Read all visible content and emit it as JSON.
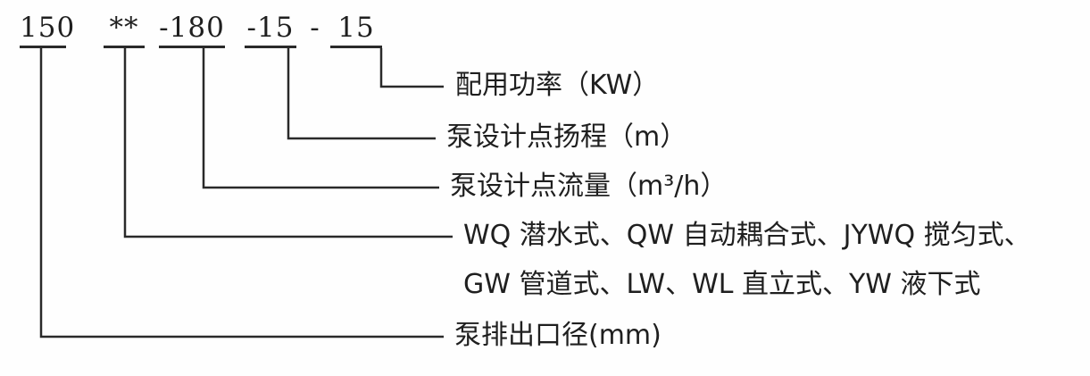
{
  "diagram_title": "pump-model-code-nomenclature",
  "code": {
    "segments": [
      "150",
      "**",
      "-180",
      "-15",
      "-",
      "15"
    ]
  },
  "labels": {
    "power": "配用功率（KW）",
    "head": "泵设计点扬程（m）",
    "flow": "泵设计点流量（m³/h）",
    "type_line1": "WQ 潜水式、QW 自动耦合式、JYWQ 搅匀式、",
    "type_line2": "GW 管道式、LW、WL 直立式、YW  液下式",
    "outlet": "泵排出口径(mm)"
  },
  "colors": {
    "line": "#2a2a2a",
    "text": "#1f1f1f",
    "background": "#fefefe"
  }
}
